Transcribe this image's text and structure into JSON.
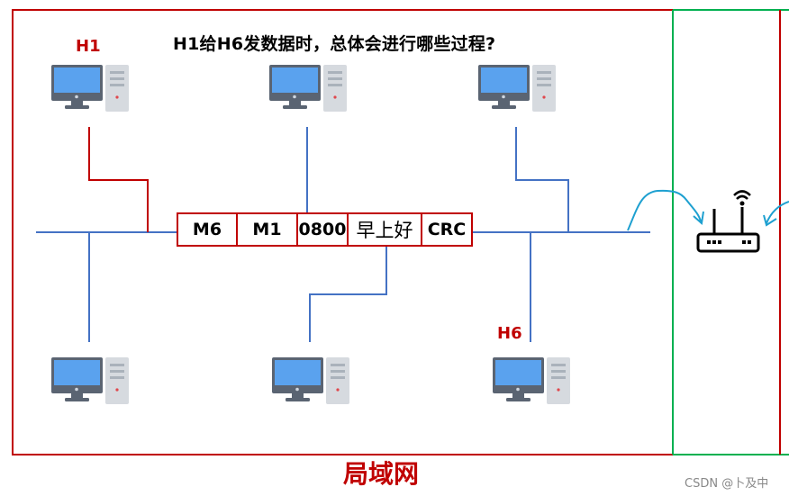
{
  "title": "H1给H6发数据时，总体会进行哪些过程?",
  "hosts": {
    "h1_label": "H1",
    "h6_label": "H6"
  },
  "frame": {
    "fields": [
      "M6",
      "M1",
      "0800",
      "早上好",
      "CRC"
    ]
  },
  "caption": "局域网",
  "watermark": "CSDN @卜及中",
  "icons": {
    "computer": "desktop-computer-icon",
    "router": "wifi-router-icon"
  },
  "colors": {
    "lan_border": "#c00000",
    "router_border": "#00b050",
    "bus": "#4472c4",
    "h1_link": "#c00000",
    "signal": "#1ea0d0"
  }
}
